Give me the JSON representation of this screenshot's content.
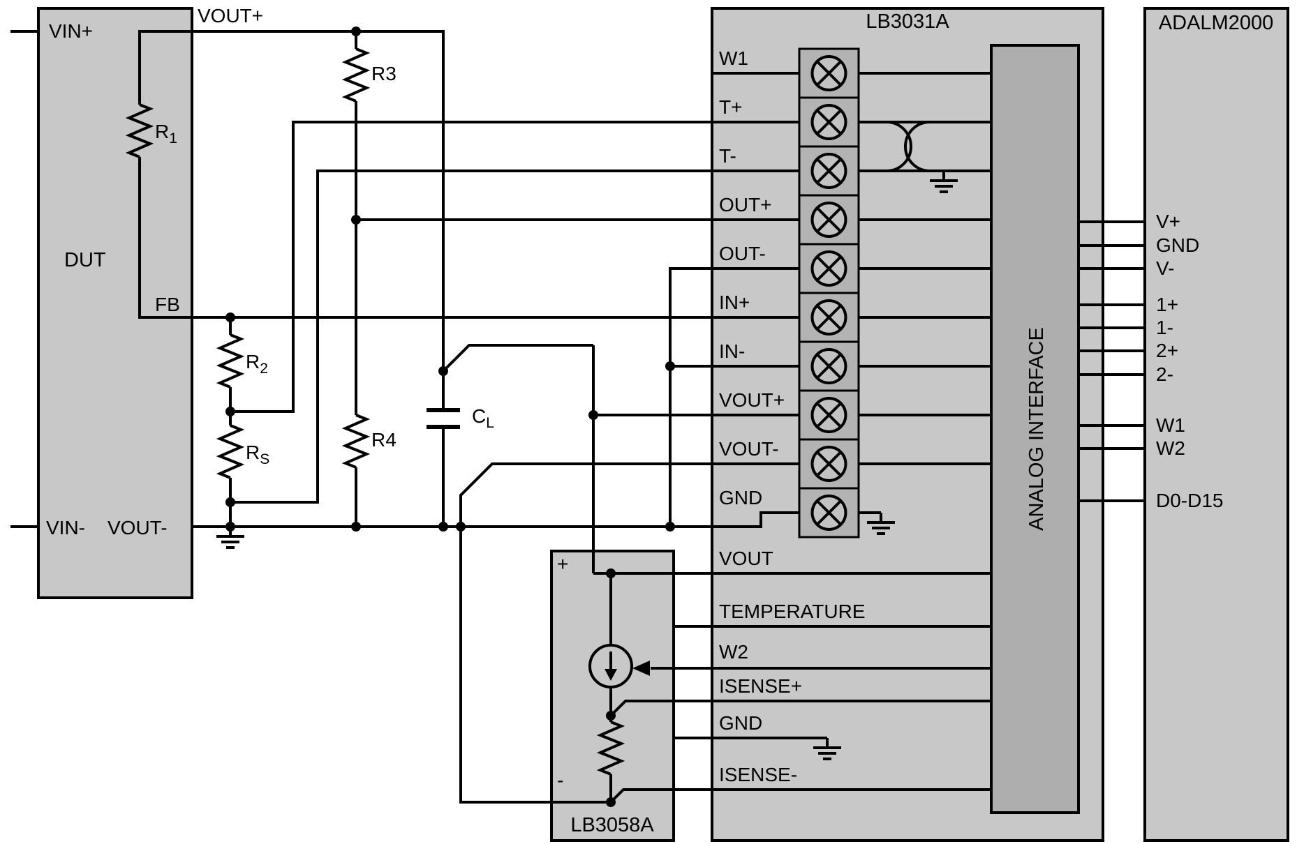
{
  "dut": {
    "title": "DUT",
    "pin_vin_plus": "VIN+",
    "pin_vin_minus": "VIN-",
    "pin_vout_plus": "VOUT+",
    "pin_vout_minus": "VOUT-",
    "pin_fb": "FB"
  },
  "components": {
    "r1": {
      "base": "R",
      "sub": "1"
    },
    "r2": {
      "base": "R",
      "sub": "2"
    },
    "rs": {
      "base": "R",
      "sub": "S"
    },
    "r3": "R3",
    "r4": "R4",
    "cl": {
      "base": "C",
      "sub": "L"
    }
  },
  "lb3031a": {
    "title": "LB3031A",
    "analog_interface": "ANALOG INTERFACE",
    "terminals": [
      "W1",
      "T+",
      "T-",
      "OUT+",
      "OUT-",
      "IN+",
      "IN-",
      "VOUT+",
      "VOUT-",
      "GND"
    ],
    "signals": [
      "VOUT",
      "TEMPERATURE",
      "W2",
      "ISENSE+",
      "GND",
      "ISENSE-"
    ]
  },
  "lb3058a": {
    "title": "LB3058A",
    "plus_label": "+",
    "minus_label": "-"
  },
  "adalm2000": {
    "title": "ADALM2000",
    "pins": [
      "V+",
      "GND",
      "V-",
      "1+",
      "1-",
      "2+",
      "2-",
      "W1",
      "W2",
      "D0-D15"
    ]
  },
  "colors": {
    "background": "#ffffff",
    "box_fill": "#c8c8c8",
    "interface_fill": "#aeaeae",
    "terminal_strip_fill": "#9c9c9c",
    "terminal_cell_fill": "#b3b3b3",
    "wire": "#000000"
  }
}
